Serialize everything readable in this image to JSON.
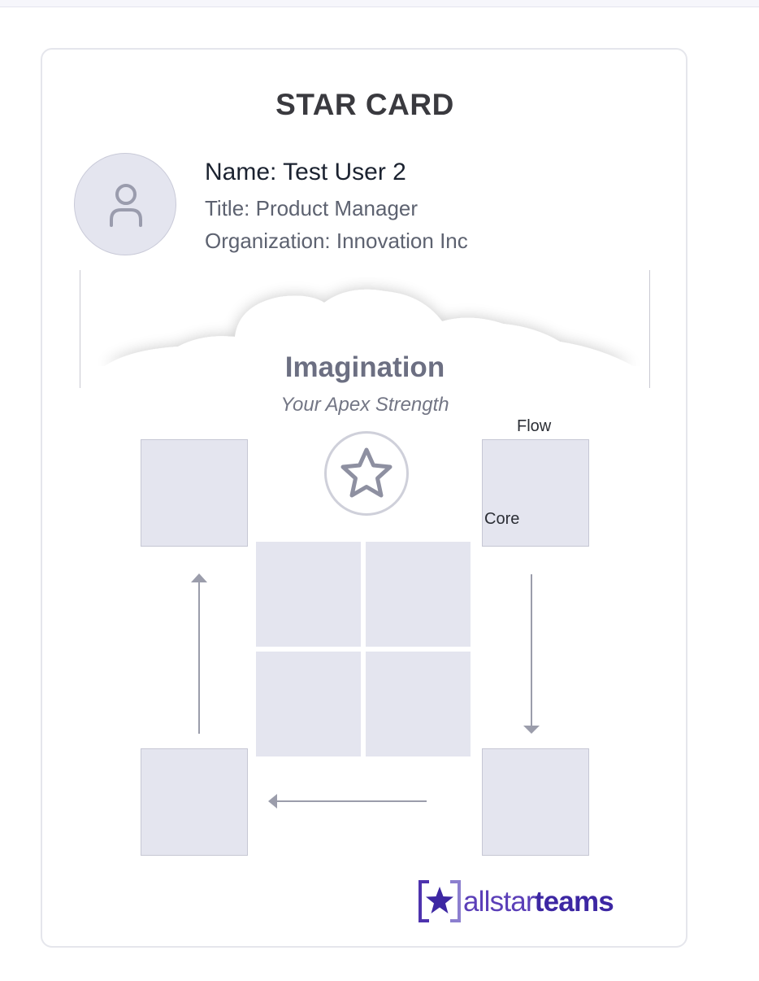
{
  "card": {
    "title": "STAR CARD"
  },
  "profile": {
    "avatar_icon": "user-icon",
    "name": "Name: Test User 2",
    "title": "Title: Product Manager",
    "organization": "Organization: Innovation Inc"
  },
  "apex": {
    "strength": "Imagination",
    "subtitle": "Your Apex Strength",
    "icon": "star-icon"
  },
  "flow": {
    "label_flow": "Flow",
    "label_core": "Core"
  },
  "brand": {
    "logo_icon": "allstarteams-logo-icon",
    "part_all": "all",
    "part_star": "star",
    "part_teams": "teams"
  },
  "colors": {
    "box_fill": "#e4e5ef",
    "box_border": "#c6c7d4",
    "arrow": "#9b9dab",
    "brand_purple": "#3d27a3"
  }
}
